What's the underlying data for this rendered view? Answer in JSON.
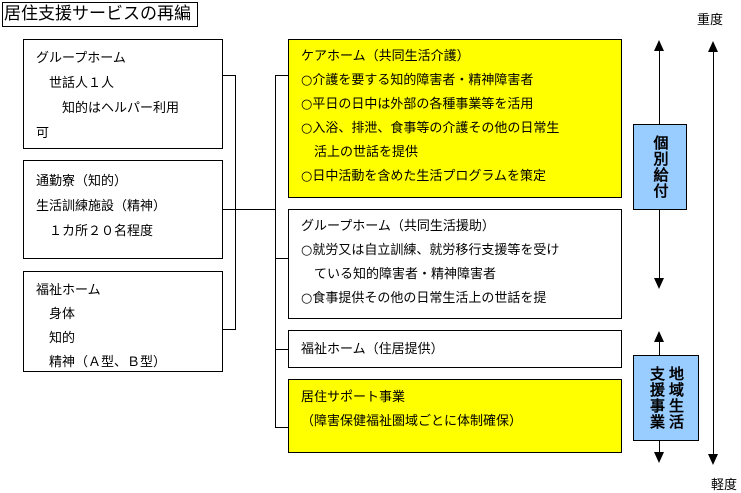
{
  "title": "居住支援サービスの再編",
  "left_boxes": [
    {
      "lines": [
        "グループホーム",
        "　世話人１人",
        "　　知的はヘルパー利用",
        "可"
      ]
    },
    {
      "lines": [
        "通勤寮（知的）",
        "生活訓練施設（精神）",
        "　１カ所２０名程度"
      ]
    },
    {
      "lines": [
        "福祉ホーム",
        "　身体",
        "　知的",
        "　精神（Ａ型、Ｂ型）"
      ]
    }
  ],
  "right_boxes": [
    {
      "lines": [
        "ケアホーム（共同生活介護）",
        "○介護を要する知的障害者・精神障害者",
        "○平日の日中は外部の各種事業等を活用",
        "○入浴、排泄、食事等の介護その他の日常生",
        "　活上の世話を提供",
        "○日中活動を含めた生活プログラムを策定"
      ]
    },
    {
      "lines": [
        "グループホーム（共同生活援助）",
        "○就労又は自立訓練、就労移行支援等を受け",
        "　ている知的障害者・精神障害者",
        "○食事提供その他の日常生活上の世話を提"
      ]
    },
    {
      "lines": [
        "福祉ホーム（住居提供）"
      ]
    },
    {
      "lines": [
        "居住サポート事業",
        "（障害保健福祉圏域ごとに体制確保）"
      ]
    }
  ],
  "labels": {
    "individual": "個別給付",
    "community_col1": "地域生活",
    "community_col2": "支援事業",
    "heavy": "重度",
    "light": "軽度"
  },
  "colors": {
    "highlight": "#ffff00",
    "category": "#99ccff"
  }
}
